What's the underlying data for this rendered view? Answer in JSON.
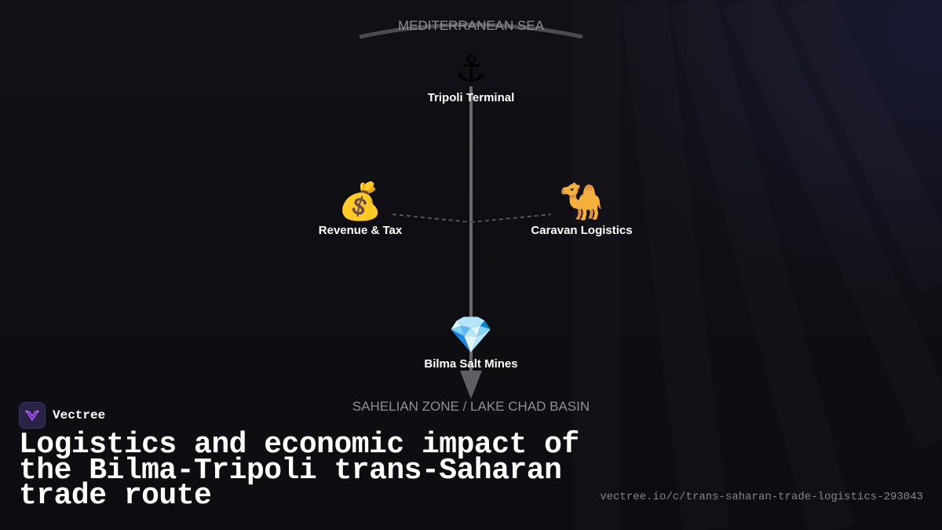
{
  "diagram": {
    "top_region": "MEDITERRANEAN SEA",
    "bottom_region": "SAHELIAN ZONE / LAKE CHAD BASIN",
    "nodes": {
      "terminal": {
        "icon": "anchor-icon",
        "glyph": "⚓",
        "label": "Tripoli Terminal"
      },
      "revenue": {
        "icon": "money-bag-icon",
        "glyph": "💰",
        "label": "Revenue & Tax"
      },
      "caravan": {
        "icon": "camel-icon",
        "glyph": "🐪",
        "label": "Caravan Logistics"
      },
      "mines": {
        "icon": "gem-icon",
        "glyph": "💎",
        "label": "Bilma Salt Mines"
      }
    }
  },
  "footer": {
    "brand": "Vectree",
    "title": "Logistics and economic impact of the Bilma-Tripoli trans-Saharan trade route",
    "source": "vectree.io/c/trans-saharan-trade-logistics-293043"
  },
  "colors": {
    "background": "#111016",
    "brand_accent": "#a855f7",
    "axis_line": "#6b6b6e"
  }
}
